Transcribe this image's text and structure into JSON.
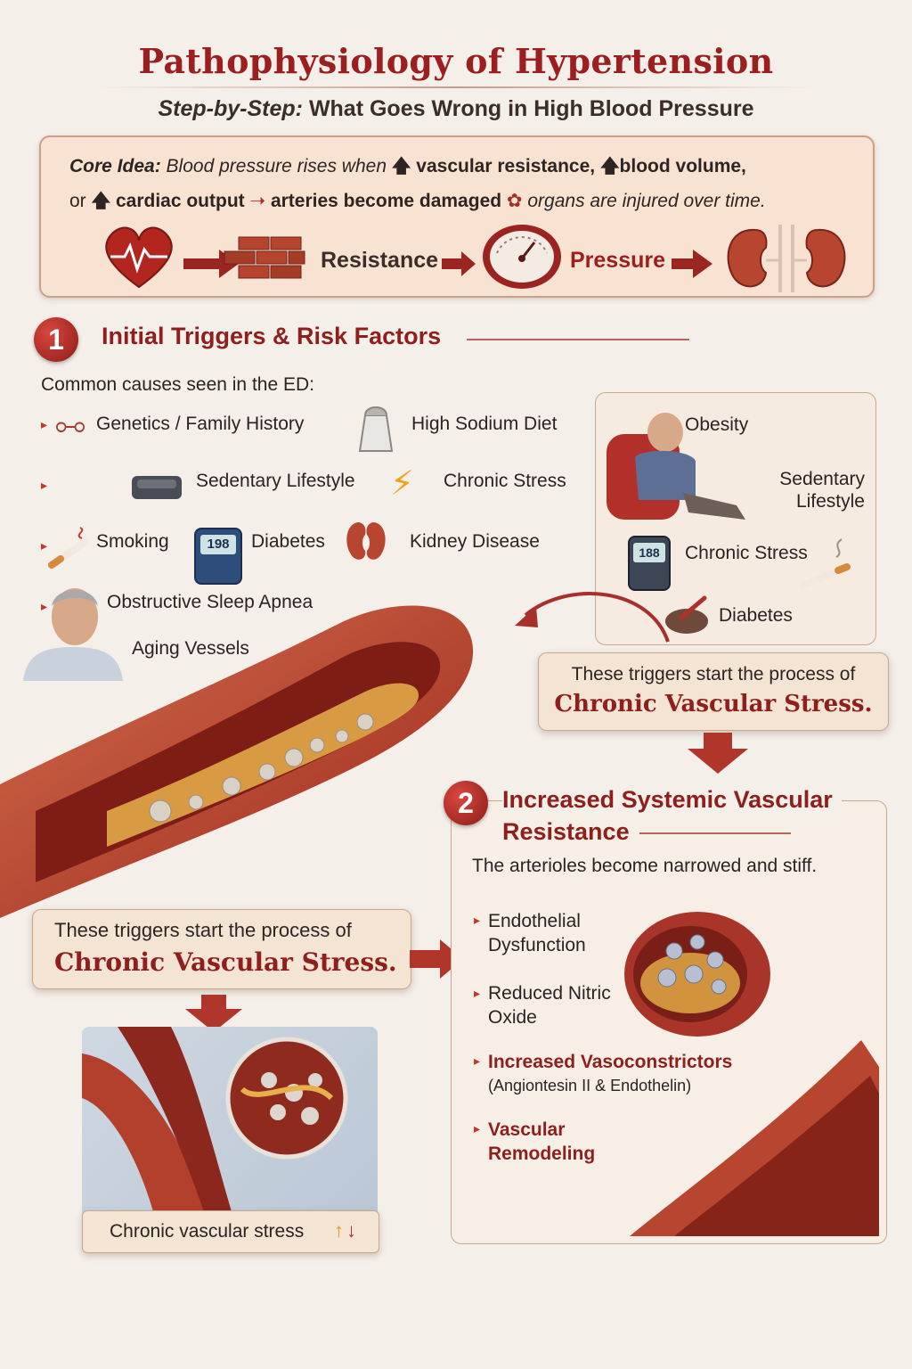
{
  "header": {
    "title": "Pathophysiology of Hypertension",
    "subtitle_emphasis": "Step-by-Step:",
    "subtitle_rest": "What Goes Wrong in High Blood Pressure"
  },
  "core_idea": {
    "label": "Core Idea:",
    "text1": "Blood pressure rises when",
    "term1": "vascular resistance,",
    "term2": "blood volume,",
    "text2": "or",
    "term3": "cardiac output",
    "term4": "arteries become damaged",
    "text3": "organs are injured over time.",
    "flow_resistance": "Resistance",
    "flow_pressure": "Pressure"
  },
  "section1": {
    "number": "1",
    "title": "Initial Triggers & Risk Factors",
    "intro": "Common causes seen in the ED:",
    "items": [
      "Genetics / Family History",
      "High Sodium Diet",
      "Sedentary Lifestyle",
      "Chronic Stress",
      "Smoking",
      "Diabetes",
      "Kidney Disease",
      "Obstructive Sleep Apnea",
      "Aging Vessels"
    ],
    "glucometer_reading": "198",
    "side_panel": {
      "obesity": "Obesity",
      "sedentary": "Sedentary Lifestyle",
      "stress": "Chronic Stress",
      "diabetes": "Diabetes",
      "glucometer_reading": "188"
    }
  },
  "callout": {
    "top": "These triggers start the process of",
    "big": "Chronic Vascular Stress."
  },
  "inset": {
    "caption": "Chronic vascular stress"
  },
  "section2": {
    "number": "2",
    "title_line1": "Increased Systemic Vascular",
    "title_line2": "Resistance",
    "intro": "The arterioles become narrowed and stiff.",
    "items": [
      {
        "line1": "Endothelial",
        "line2": "Dysfunction"
      },
      {
        "line1": "Reduced Nitric",
        "line2": "Oxide"
      },
      {
        "line1": "Increased Vasoconstrictors",
        "line2": "(Angiontesin II & Endothelin)"
      },
      {
        "line1": "Vascular",
        "line2": "Remodeling"
      }
    ]
  },
  "colors": {
    "accent": "#8e1f1c",
    "background": "#f4efe9",
    "panel": "#f8e3d3"
  }
}
